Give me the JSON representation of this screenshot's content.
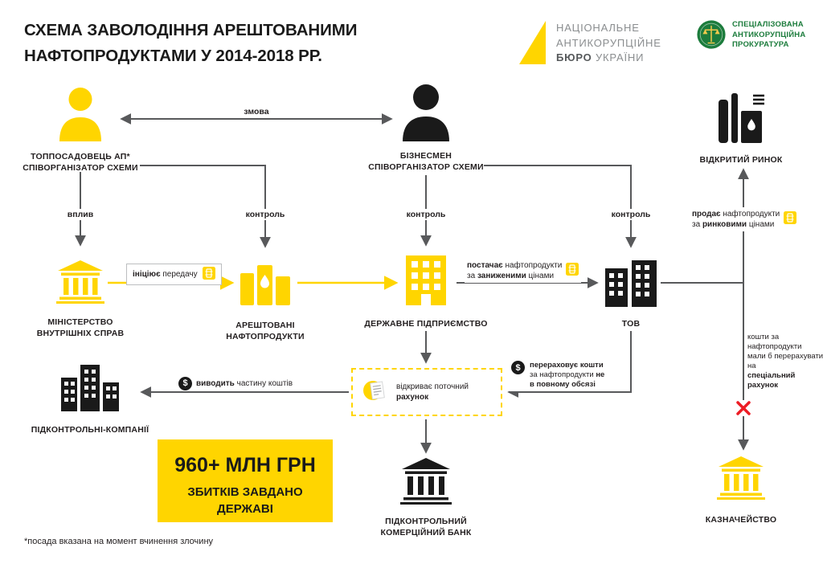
{
  "header": {
    "title1": "СХЕМА ЗАВОЛОДІННЯ АРЕШТОВАНИМИ",
    "title2": "НАФТОПРОДУКТАМИ У 2014-2018 РР."
  },
  "logos": {
    "nabu": {
      "l1": "НАЦІОНАЛЬНЕ",
      "l2": "АНТИКОРУПЦІЙНЕ",
      "l3a": "БЮРО",
      "l3b": " УКРАЇНИ"
    },
    "sap": {
      "l1": "СПЕЦІАЛІЗОВАНА",
      "l2": "АНТИКОРУПЦІЙНА",
      "l3": "ПРОКУРАТУРА"
    }
  },
  "nodes": {
    "official": {
      "l1": "ТОППОСАДОВЕЦЬ АП*",
      "l2": "СПІВОРГАНІЗАТОР СХЕМИ"
    },
    "businessman": {
      "l1": "БІЗНЕСМЕН",
      "l2": "СПІВОРГАНІЗАТОР СХЕМИ"
    },
    "open_market": {
      "l1": "ВІДКРИТИЙ РИНОК"
    },
    "ministry": {
      "l1": "МІНІСТЕРСТВО",
      "l2": "ВНУТРІШНІХ СПРАВ"
    },
    "seized_products": {
      "l1": "АРЕШТОВАНІ",
      "l2": "НАФТОПРОДУКТИ"
    },
    "state_enterprise": {
      "l1": "ДЕРЖАВНЕ ПІДПРИЄМСТВО"
    },
    "tov": {
      "l1": "ТОВ"
    },
    "controlled_companies": {
      "l1": "ПІДКОНТРОЛЬНІ-КОМПАНІЇ"
    },
    "controlled_bank": {
      "l1": "ПІДКОНТРОЛЬНИЙ",
      "l2": "КОМЕРЦІЙНИЙ БАНК"
    },
    "treasury": {
      "l1": "КАЗНАЧЕЙСТВО"
    },
    "current_account": {
      "t1": "відкриває поточний",
      "t2": "рахунок"
    }
  },
  "edges": {
    "conspiracy": "змова",
    "influence": "вплив",
    "control": "контроль",
    "initiates": {
      "b1": "ініціює",
      "r1": " передачу"
    },
    "supplies": {
      "b1": "постачає",
      "r1": " нафтопродукти",
      "r2": "за ",
      "b2": "заниженими",
      "r3": " цінами"
    },
    "sells": {
      "b1": "продає",
      "r1": " нафтопродукти",
      "r2": "за ",
      "b2": "ринковими",
      "r3": " цінами"
    },
    "transfers": {
      "b1": "перераховує кошти",
      "r1": "за нафтопродукти ",
      "b2": "не",
      "b3": "в повному обсязі"
    },
    "withdraws": {
      "b1": "виводить",
      "r1": " частину коштів"
    },
    "special": {
      "r1": "кошти за нафтопродукти",
      "r2": "мали б перерахувати на",
      "b1": "спеціальний рахунок"
    }
  },
  "loss": {
    "amount": "960+ МЛН ГРН",
    "l2": "ЗБИТКІВ ЗАВДАНО",
    "l3": "ДЕРЖАВІ"
  },
  "footnote": "*посада вказана на момент вчинення злочину",
  "icons": {
    "money": "$"
  },
  "colors": {
    "brand_yellow": "#FFD500",
    "icon_black": "#1a1a1a",
    "line_gray": "#58595b",
    "sap_green": "#1c7c3c",
    "cross_red": "#ed1c24"
  }
}
